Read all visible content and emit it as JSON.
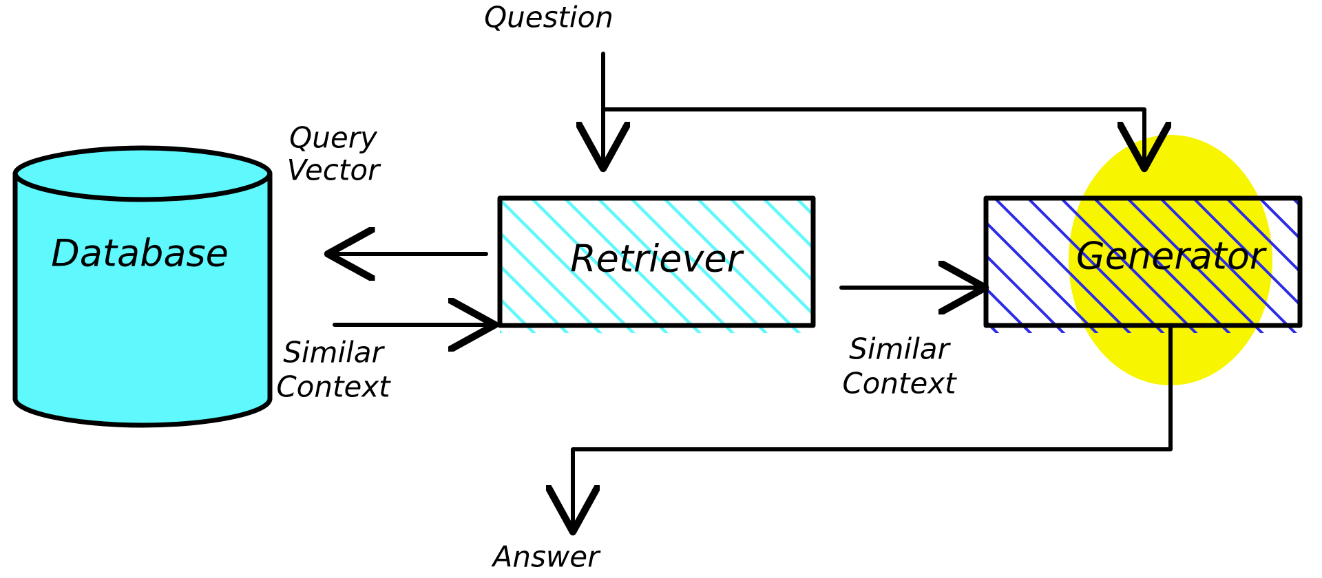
{
  "diagram": {
    "title": "Retrieval Augmented Generation flow",
    "type": "flow-diagram",
    "background": "#ffffff",
    "stroke": "#000000"
  },
  "nodes": {
    "database": {
      "label": "Database",
      "shape": "cylinder",
      "fill": "#5FF8FC",
      "stroke": "#000000"
    },
    "retriever": {
      "label": "Retriever",
      "shape": "rectangle",
      "fill": "#ffffff",
      "hatch_color": "#5FF8FC",
      "stroke": "#000000"
    },
    "generator": {
      "label": "Generator",
      "shape": "rectangle",
      "fill": "#ffffff",
      "hatch_color": "#2B2BE8",
      "highlight_color": "#F7F500",
      "highlight_shape": "ellipse",
      "stroke": "#000000"
    }
  },
  "io": {
    "input_label": "Question",
    "output_label": "Answer"
  },
  "edges": [
    {
      "id": "question-to-retriever",
      "label": "",
      "from": "Question",
      "to": "Retriever"
    },
    {
      "id": "question-to-generator",
      "label": "",
      "from": "Question",
      "to": "Generator"
    },
    {
      "id": "retriever-to-database",
      "label_line1": "Query",
      "label_line2": "Vector",
      "from": "Retriever",
      "to": "Database"
    },
    {
      "id": "database-to-retriever",
      "label_line1": "Similar",
      "label_line2": "Context",
      "from": "Database",
      "to": "Retriever"
    },
    {
      "id": "retriever-to-generator",
      "label_line1": "Similar",
      "label_line2": "Context",
      "from": "Retriever",
      "to": "Generator"
    },
    {
      "id": "generator-to-answer",
      "label": "",
      "from": "Generator",
      "to": "Answer"
    }
  ],
  "labels": {
    "query_vector_l1": "Query",
    "query_vector_l2": "Vector",
    "db_similar_l1": "Similar",
    "db_similar_l2": "Context",
    "gen_similar_l1": "Similar",
    "gen_similar_l2": "Context"
  }
}
